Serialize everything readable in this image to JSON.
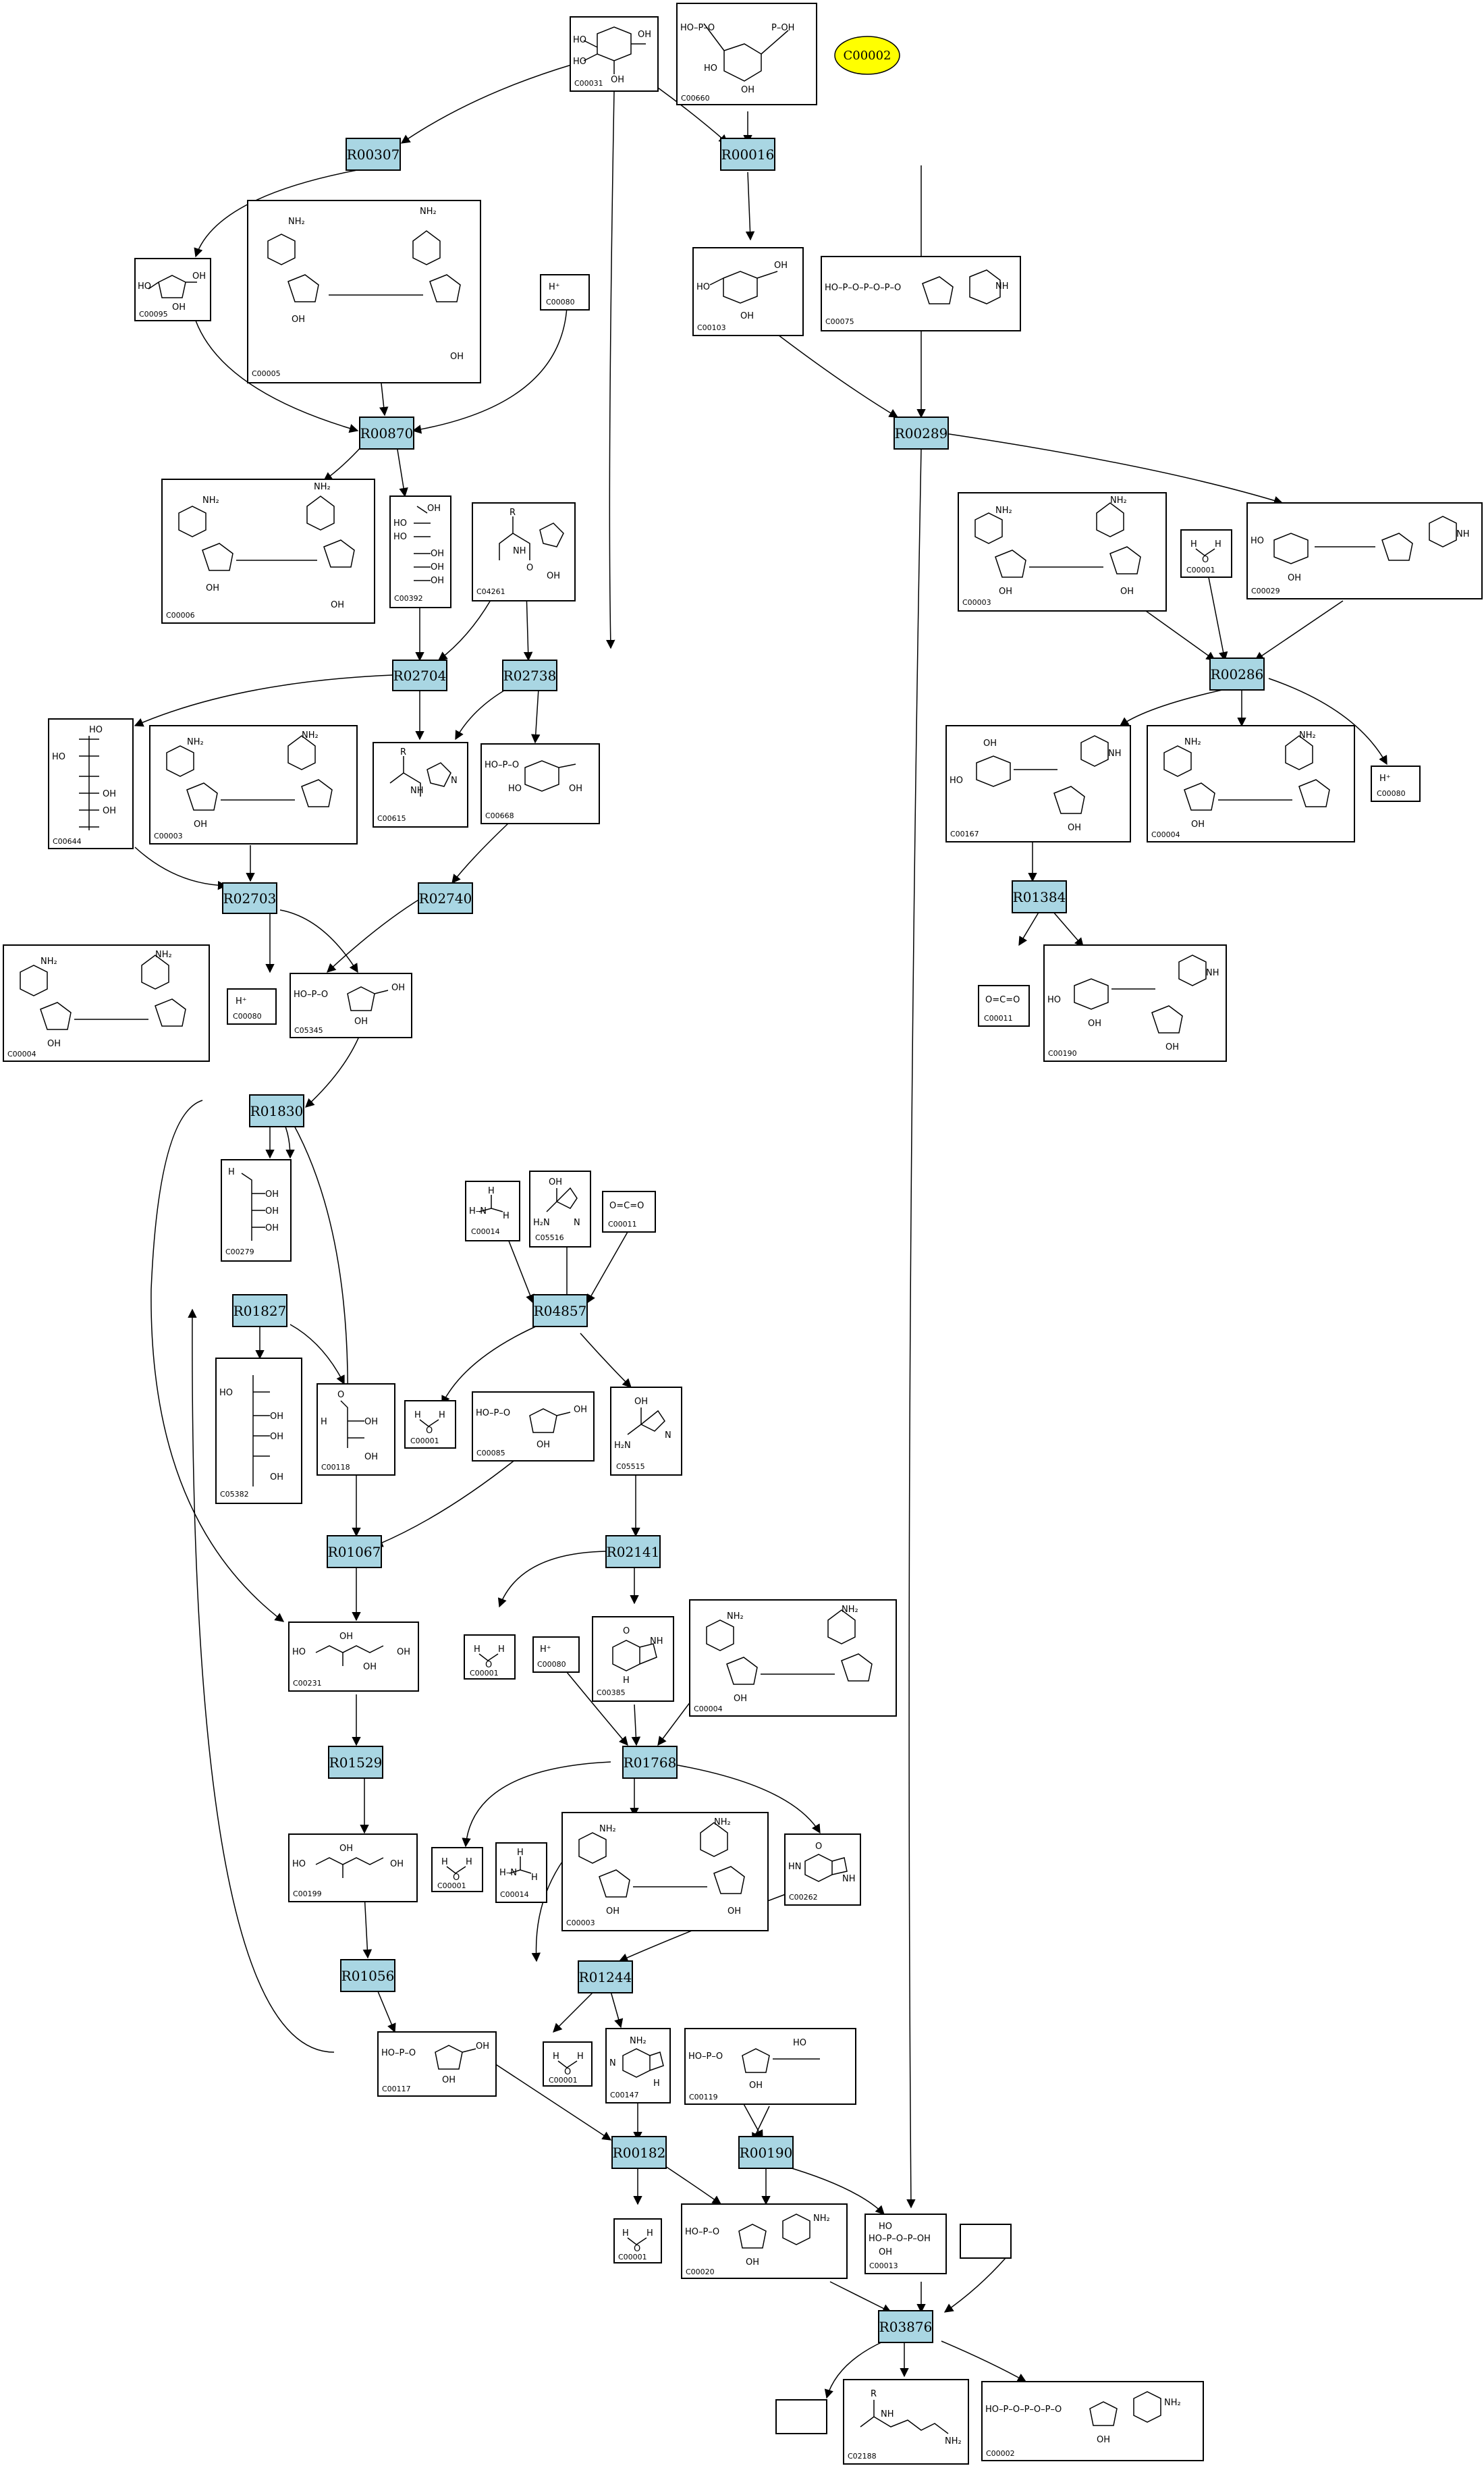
{
  "highlight": {
    "id": "C00002",
    "color": "#ffff00"
  },
  "colors": {
    "reaction_fill": "#a9d6e3",
    "edge": "#000000"
  },
  "reactions": [
    "R00307",
    "R00016",
    "R00870",
    "R00289",
    "R02704",
    "R02738",
    "R00286",
    "R02703",
    "R02740",
    "R01384",
    "R01830",
    "R04857",
    "R01827",
    "R01067",
    "R02141",
    "R01529",
    "R01768",
    "R01056",
    "R01244",
    "R00182",
    "R00190",
    "R03876"
  ],
  "compounds": [
    {
      "id": "c00031",
      "label": "C00031",
      "text": [
        "HO",
        "OH",
        "HO",
        "OH"
      ]
    },
    {
      "id": "c00660",
      "label": "C00660",
      "text": [
        "HO–P–O",
        "P–OH",
        "HO",
        "OH"
      ]
    },
    {
      "id": "c00095",
      "label": "C00095",
      "text": [
        "HO",
        "OH",
        "OH"
      ]
    },
    {
      "id": "c00005",
      "label": "C00005",
      "text": [
        "NH₂",
        "NH₂",
        "OH",
        "OH"
      ]
    },
    {
      "id": "c00080a",
      "label": "C00080",
      "text": [
        "H⁺"
      ]
    },
    {
      "id": "c00103",
      "label": "C00103",
      "text": [
        "HO",
        "OH",
        "OH"
      ]
    },
    {
      "id": "c00075",
      "label": "C00075",
      "text": [
        "HO–P–O–P–O–P–O",
        "NH"
      ]
    },
    {
      "id": "c00006",
      "label": "C00006",
      "text": [
        "NH₂",
        "NH₂",
        "OH",
        "OH"
      ]
    },
    {
      "id": "c00392",
      "label": "C00392",
      "text": [
        "OH",
        "HO",
        "HO",
        "OH",
        "OH",
        "OH"
      ]
    },
    {
      "id": "c04261",
      "label": "C04261",
      "text": [
        "R",
        "NH",
        "O",
        "OH"
      ]
    },
    {
      "id": "c00003a",
      "label": "C00003",
      "text": [
        "NH₂",
        "NH₂",
        "OH",
        "OH"
      ]
    },
    {
      "id": "c00001a",
      "label": "C00001",
      "text": [
        "H",
        "H",
        "O"
      ]
    },
    {
      "id": "c00029",
      "label": "C00029",
      "text": [
        "HO",
        "OH",
        "NH"
      ]
    },
    {
      "id": "c00644",
      "label": "C00644",
      "text": [
        "HO",
        "HO",
        "OH",
        "OH"
      ]
    },
    {
      "id": "c00003b",
      "label": "C00003",
      "text": [
        "NH₂",
        "NH₂",
        "OH"
      ]
    },
    {
      "id": "c00615",
      "label": "C00615",
      "text": [
        "R",
        "NH",
        "N"
      ]
    },
    {
      "id": "c00668",
      "label": "C00668",
      "text": [
        "HO–P–O",
        "HO",
        "OH"
      ]
    },
    {
      "id": "c00167",
      "label": "C00167",
      "text": [
        "OH",
        "HO",
        "NH",
        "OH"
      ]
    },
    {
      "id": "c00004a",
      "label": "C00004",
      "text": [
        "NH₂",
        "NH₂",
        "OH"
      ]
    },
    {
      "id": "c00080b",
      "label": "C00080",
      "text": [
        "H⁺"
      ]
    },
    {
      "id": "c00004b",
      "label": "C00004",
      "text": [
        "NH₂",
        "NH₂",
        "OH"
      ]
    },
    {
      "id": "c00080c",
      "label": "C00080",
      "text": [
        "H⁺"
      ]
    },
    {
      "id": "c05345",
      "label": "C05345",
      "text": [
        "HO–P–O",
        "OH",
        "OH"
      ]
    },
    {
      "id": "c00011a",
      "label": "C00011",
      "text": [
        "O=C=O"
      ]
    },
    {
      "id": "c00190",
      "label": "C00190",
      "text": [
        "HO",
        "OH",
        "NH",
        "OH"
      ]
    },
    {
      "id": "c00279",
      "label": "C00279",
      "text": [
        "H",
        "OH",
        "OH",
        "OH"
      ]
    },
    {
      "id": "c00014a",
      "label": "C00014",
      "text": [
        "H",
        "H–N",
        "H"
      ]
    },
    {
      "id": "c05516",
      "label": "C05516",
      "text": [
        "OH",
        "H₂N",
        "N"
      ]
    },
    {
      "id": "c00011b",
      "label": "C00011",
      "text": [
        "O=C=O"
      ]
    },
    {
      "id": "c05382",
      "label": "C05382",
      "text": [
        "HO",
        "OH",
        "OH",
        "OH"
      ]
    },
    {
      "id": "c00118",
      "label": "C00118",
      "text": [
        "O",
        "H",
        "OH",
        "OH"
      ]
    },
    {
      "id": "c00001b",
      "label": "C00001",
      "text": [
        "H",
        "H",
        "O"
      ]
    },
    {
      "id": "c00085",
      "label": "C00085",
      "text": [
        "HO–P–O",
        "OH",
        "OH"
      ]
    },
    {
      "id": "c05515",
      "label": "C05515",
      "text": [
        "OH",
        "H₂N",
        "N"
      ]
    },
    {
      "id": "c00231",
      "label": "C00231",
      "text": [
        "HO",
        "OH",
        "OH",
        "OH"
      ]
    },
    {
      "id": "c00001c",
      "label": "C00001",
      "text": [
        "H",
        "H",
        "O"
      ]
    },
    {
      "id": "c00080d",
      "label": "C00080",
      "text": [
        "H⁺"
      ]
    },
    {
      "id": "c00385",
      "label": "C00385",
      "text": [
        "O",
        "NH",
        "H"
      ]
    },
    {
      "id": "c00004c",
      "label": "C00004",
      "text": [
        "NH₂",
        "NH₂",
        "OH"
      ]
    },
    {
      "id": "c00199",
      "label": "C00199",
      "text": [
        "HO",
        "OH",
        "OH"
      ]
    },
    {
      "id": "c00001d",
      "label": "C00001",
      "text": [
        "H",
        "H",
        "O"
      ]
    },
    {
      "id": "c00014b",
      "label": "C00014",
      "text": [
        "H",
        "H–N",
        "H"
      ]
    },
    {
      "id": "c00003c",
      "label": "C00003",
      "text": [
        "NH₂",
        "NH₂",
        "OH",
        "OH"
      ]
    },
    {
      "id": "c00262",
      "label": "C00262",
      "text": [
        "O",
        "HN",
        "NH"
      ]
    },
    {
      "id": "c00117",
      "label": "C00117",
      "text": [
        "HO–P–O",
        "OH",
        "OH"
      ]
    },
    {
      "id": "c00001e",
      "label": "C00001",
      "text": [
        "H",
        "H",
        "O"
      ]
    },
    {
      "id": "c00147",
      "label": "C00147",
      "text": [
        "NH₂",
        "N",
        "H"
      ]
    },
    {
      "id": "c00119",
      "label": "C00119",
      "text": [
        "HO–P–O",
        "HO",
        "OH"
      ]
    },
    {
      "id": "c00001f",
      "label": "C00001",
      "text": [
        "H",
        "H",
        "O"
      ]
    },
    {
      "id": "c00020",
      "label": "C00020",
      "text": [
        "HO–P–O",
        "NH₂",
        "OH"
      ]
    },
    {
      "id": "c00013",
      "label": "C00013",
      "text": [
        "HO–P–O–P–OH",
        "HO",
        "OH"
      ]
    },
    {
      "id": "cblank1",
      "label": "",
      "text": []
    },
    {
      "id": "cblank2",
      "label": "",
      "text": []
    },
    {
      "id": "c02188",
      "label": "C02188",
      "text": [
        "R",
        "NH",
        "NH₂"
      ]
    },
    {
      "id": "c00002",
      "label": "C00002",
      "text": [
        "HO–P–O–P–O–P–O",
        "NH₂",
        "OH"
      ]
    }
  ]
}
